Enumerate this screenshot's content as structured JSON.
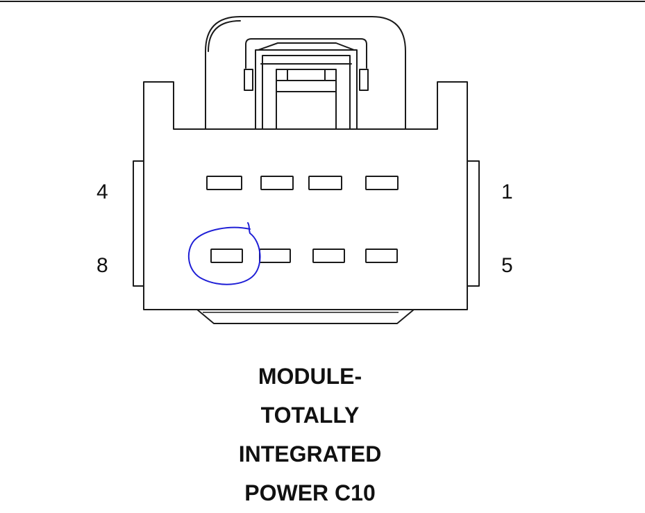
{
  "connector": {
    "pin_labels": {
      "top_left": "4",
      "top_right": "1",
      "bottom_left": "8",
      "bottom_right": "5"
    },
    "cavity_count": 8,
    "highlighted_cavity": "8",
    "annotation_color": "#1f1fd6"
  },
  "caption": {
    "lines": [
      "MODULE-",
      "TOTALLY",
      "INTEGRATED",
      "POWER C10"
    ]
  }
}
